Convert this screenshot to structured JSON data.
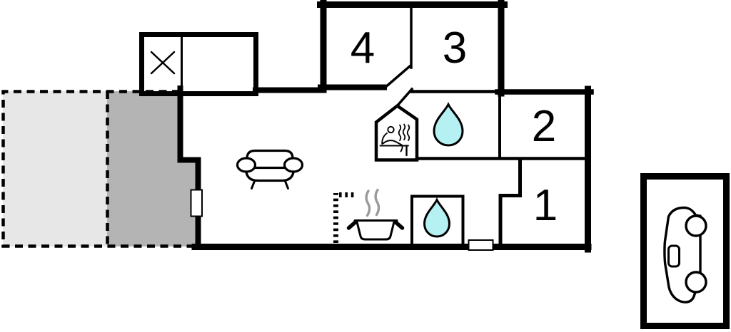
{
  "colors": {
    "background": "#ffffff",
    "wall": "#000000",
    "water_drop": "#b5f1f3",
    "terrace_light": "#e7e7e7",
    "terrace_dark": "#b4b4b4",
    "steam": "#9a9a9a",
    "door": "#ffffff"
  },
  "room_labels": {
    "room_1": "1",
    "room_2": "2",
    "room_3": "3",
    "room_4": "4"
  },
  "icons": {
    "sauna": "sauna-person-icon",
    "bathroom_upper": "water-drop-icon",
    "bathroom_lower": "water-drop-icon",
    "kitchen": "steaming-pot-icon",
    "living_room": "sofa-icon",
    "carport": "car-icon",
    "utility": "x-mark-icon"
  }
}
